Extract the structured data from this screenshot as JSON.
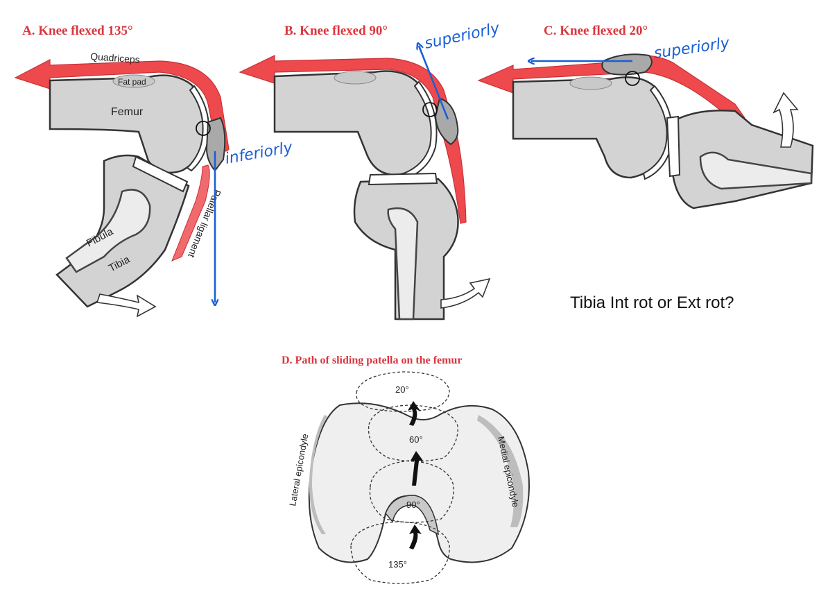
{
  "panels": {
    "a": {
      "title": "A. Knee flexed 135°",
      "quadriceps": "Quadriceps",
      "fat_pad": "Fat pad",
      "femur": "Femur",
      "fibula": "Fibula",
      "tibia": "Tibia",
      "patellar_ligament": "Patellar ligament",
      "annotation": "inferiorly"
    },
    "b": {
      "title": "B. Knee flexed 90°",
      "annotation": "superiorly"
    },
    "c": {
      "title": "C. Knee flexed 20°",
      "annotation": "superiorly"
    },
    "d": {
      "title": "D. Path of sliding patella on the femur",
      "lateral": "Lateral epicondyle",
      "medial": "Medial epicondyle",
      "angles": [
        "20°",
        "60°",
        "90°",
        "135°"
      ]
    }
  },
  "question": "Tibia Int rot or Ext rot?",
  "colors": {
    "title_red": "#d9363e",
    "muscle_red": "#ee4a4e",
    "annotation_blue": "#1a5fd6",
    "bone_gray": "#d3d3d3",
    "patella_gray": "#a9a9a9"
  },
  "icons": [
    "rotation-arrow-icon",
    "direction-arrow-icon",
    "contact-circle-icon"
  ]
}
